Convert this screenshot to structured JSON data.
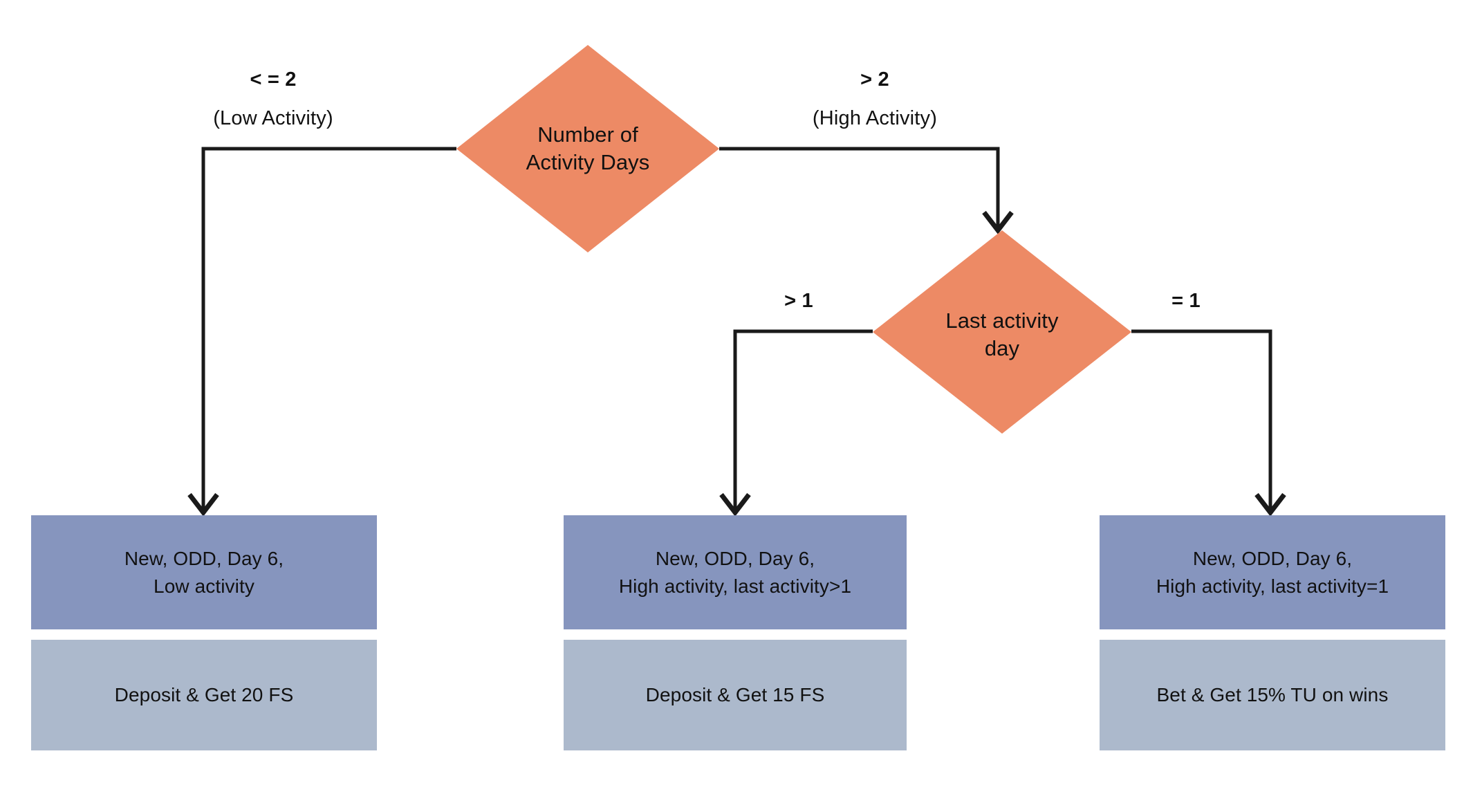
{
  "diagram": {
    "type": "decision-tree-flowchart",
    "colors": {
      "decision_fill": "#ED8A65",
      "segment_fill": "#8695BE",
      "offer_fill": "#ACB9CC",
      "connector": "#1A1A1A",
      "text": "#111111",
      "background": "#FFFFFF"
    },
    "decisions": [
      {
        "id": "activity-days",
        "label": "Number of\nActivity Days"
      },
      {
        "id": "last-activity",
        "label": "Last activity\nday"
      }
    ],
    "edge_labels": [
      {
        "id": "low-activity",
        "condition": "< = 2",
        "description": "(Low Activity)"
      },
      {
        "id": "high-activity",
        "condition": "> 2",
        "description": "(High Activity)"
      },
      {
        "id": "last-gt-1",
        "condition": "> 1",
        "description": ""
      },
      {
        "id": "last-eq-1",
        "condition": "= 1",
        "description": ""
      }
    ],
    "branches": [
      {
        "id": "low",
        "segment": "New, ODD, Day 6,\nLow activity",
        "offer": "Deposit & Get 20 FS"
      },
      {
        "id": "high-last-gt-1",
        "segment": "New, ODD, Day 6,\nHigh activity, last activity>1",
        "offer": "Deposit & Get 15 FS"
      },
      {
        "id": "high-last-eq-1",
        "segment": "New, ODD, Day 6,\nHigh activity, last activity=1",
        "offer": "Bet & Get 15% TU on wins"
      }
    ]
  }
}
